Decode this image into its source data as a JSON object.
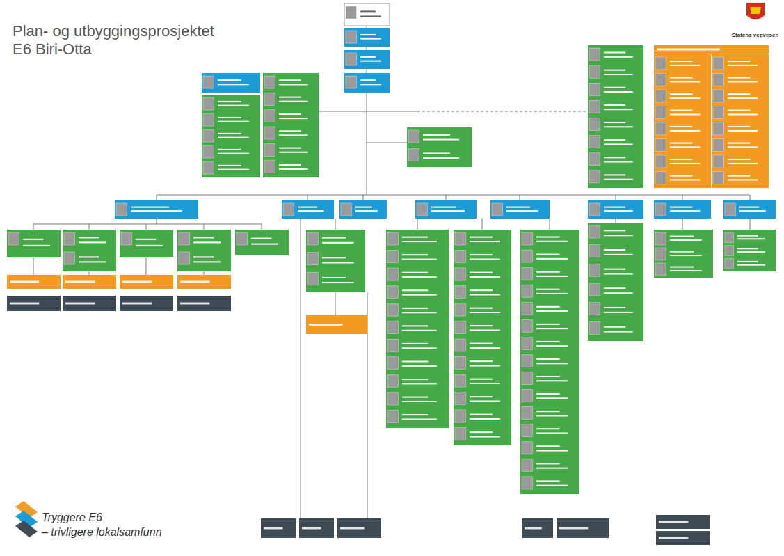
{
  "diagram": {
    "title": "Plan- og utbyggingsprosjektet E6 Biri-Otta",
    "labels": [
      "Statens vegvesen",
      "Tryggere E6",
      "– trivligere lokalsamfunn"
    ]
  }
}
